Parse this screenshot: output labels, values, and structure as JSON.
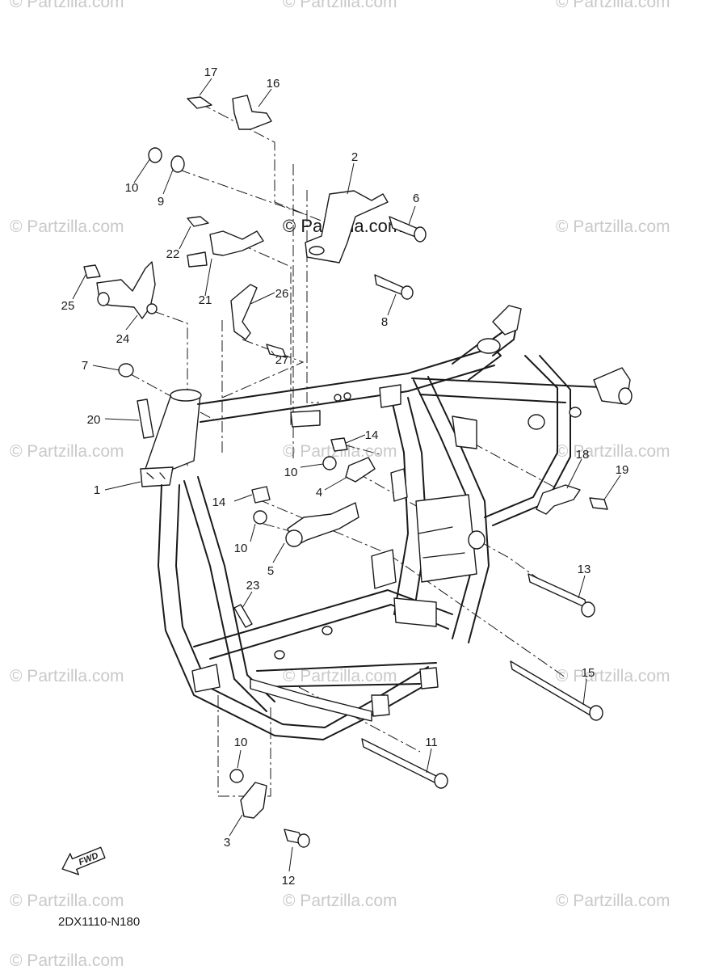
{
  "watermarks": [
    {
      "text": "© Partzilla.com"
    },
    {
      "text": "© Partzilla.com"
    },
    {
      "text": "© Partzilla.com"
    },
    {
      "text": "© Partzilla.com"
    },
    {
      "text": "© Partzilla.com"
    },
    {
      "text": "© Partzilla.com"
    },
    {
      "text": "© Partzilla.com"
    },
    {
      "text": "© Partzilla.com"
    },
    {
      "text": "© Partzilla.com"
    },
    {
      "text": "© Partzilla.com"
    },
    {
      "text": "© Partzilla.com"
    },
    {
      "text": "© Partzilla.com"
    },
    {
      "text": "© Partzilla.com"
    },
    {
      "text": "© Partzilla.com"
    },
    {
      "text": "© Partzilla.com"
    }
  ],
  "brand_label": "© Partzilla.com",
  "diagram_code": "2DX1110-N180",
  "fwd_label": "FWD",
  "callouts": [
    {
      "number": "1"
    },
    {
      "number": "2"
    },
    {
      "number": "3"
    },
    {
      "number": "4"
    },
    {
      "number": "5"
    },
    {
      "number": "6"
    },
    {
      "number": "7"
    },
    {
      "number": "8"
    },
    {
      "number": "9"
    },
    {
      "number": "10"
    },
    {
      "number": "10"
    },
    {
      "number": "10"
    },
    {
      "number": "10"
    },
    {
      "number": "11"
    },
    {
      "number": "12"
    },
    {
      "number": "13"
    },
    {
      "number": "14"
    },
    {
      "number": "14"
    },
    {
      "number": "15"
    },
    {
      "number": "16"
    },
    {
      "number": "17"
    },
    {
      "number": "18"
    },
    {
      "number": "19"
    },
    {
      "number": "20"
    },
    {
      "number": "21"
    },
    {
      "number": "22"
    },
    {
      "number": "23"
    },
    {
      "number": "24"
    },
    {
      "number": "25"
    },
    {
      "number": "26"
    },
    {
      "number": "27"
    }
  ]
}
